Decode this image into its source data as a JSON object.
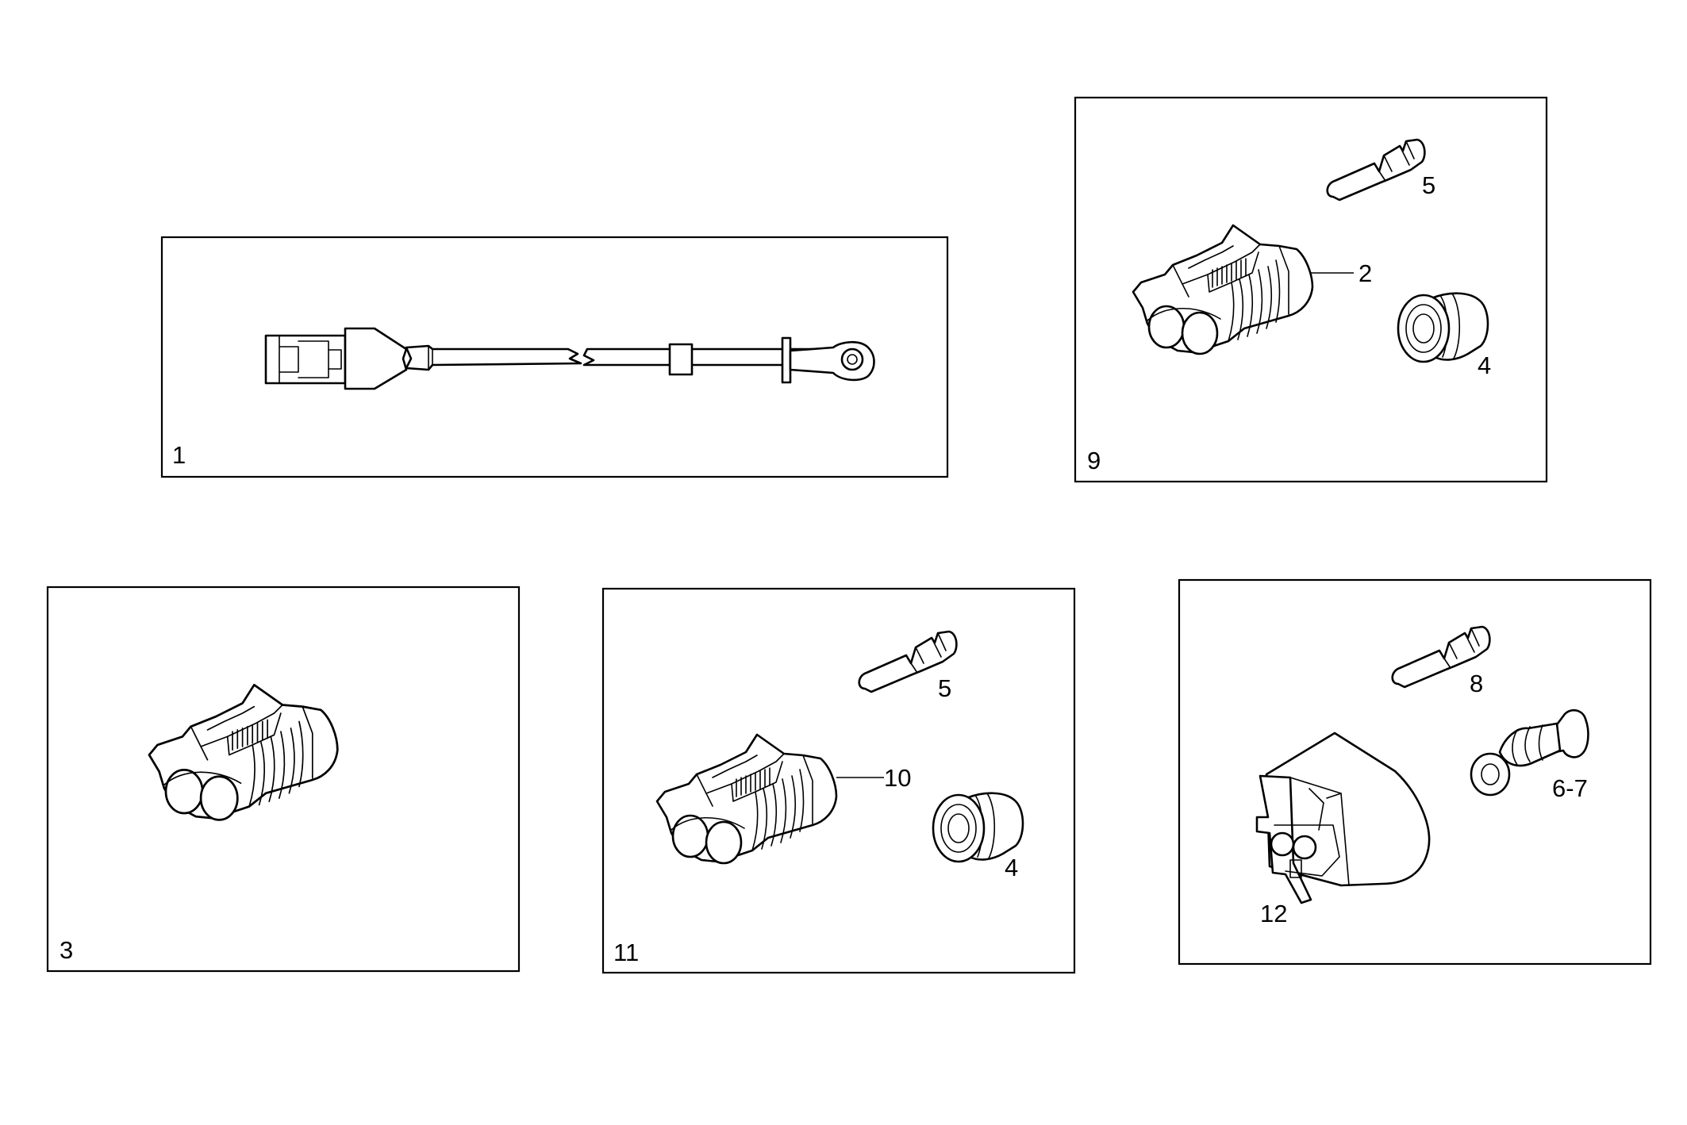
{
  "panels": {
    "harness": {
      "number": "1"
    },
    "conn_top": {
      "number": "9",
      "callouts": {
        "terminal": "5",
        "housing": "2",
        "seal": "4"
      }
    },
    "conn_bl": {
      "number": "3"
    },
    "conn_mid": {
      "number": "11",
      "callouts": {
        "terminal": "5",
        "housing": "10",
        "seal": "4"
      }
    },
    "conn_br": {
      "number": "",
      "callouts": {
        "terminal": "8",
        "seal": "6-7",
        "housing": "12"
      }
    }
  }
}
